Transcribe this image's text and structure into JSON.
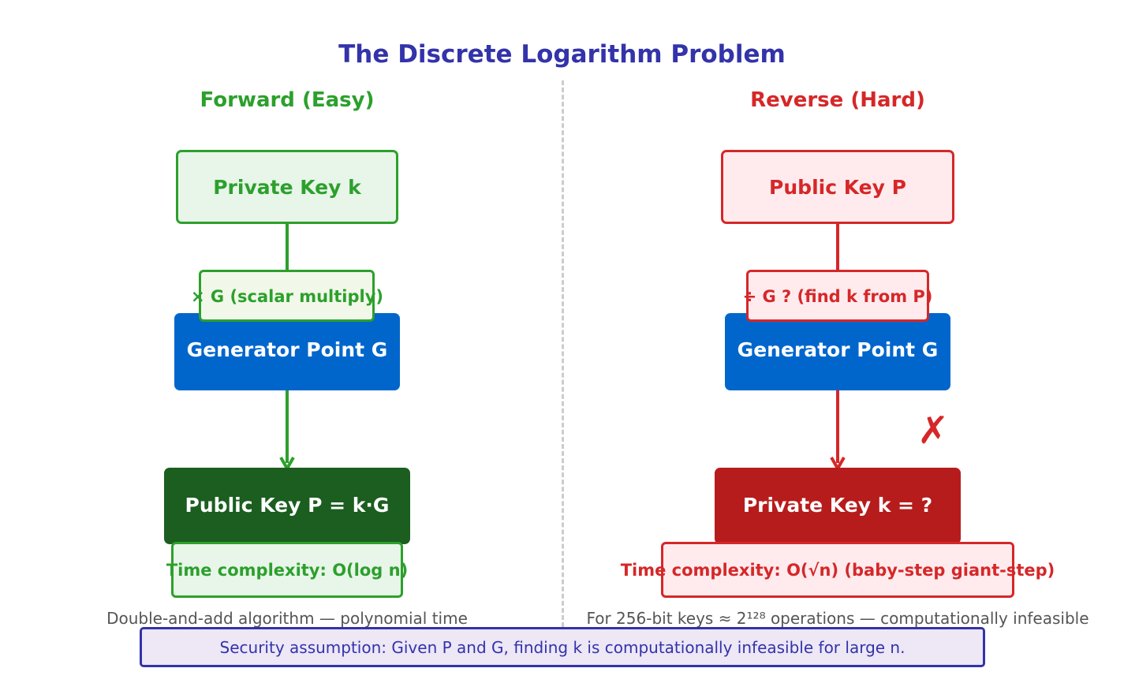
{
  "title": "The Discrete Logarithm Problem",
  "colors": {
    "title": "#3333aa",
    "forward": "#2ca02c",
    "forward_light_bg": "#e8f5e9",
    "forward_dark": "#1b5e20",
    "reverse": "#d62728",
    "reverse_light_bg": "#ffebee",
    "reverse_dark": "#b71c1c",
    "generator": "#0066cc",
    "divider": "#cccccc",
    "note_text": "#555555",
    "footer_bg": "#ede7f6",
    "footer_border": "#3333aa"
  },
  "forward": {
    "heading": "Forward  (Easy)",
    "start_box": "Private Key  k",
    "operation_label": "× G  (scalar multiply)",
    "generator_box": "Generator Point  G",
    "result_box": "Public Key  P = k·G",
    "complexity": "Time complexity: O(log n)",
    "note": "Double-and-add algorithm — polynomial time"
  },
  "reverse": {
    "heading": "Reverse  (Hard)",
    "start_box": "Public Key  P",
    "operation_label": "÷ G ?  (find k from P)",
    "generator_box": "Generator Point  G",
    "result_box": "Private Key  k  = ?",
    "fail_mark": "✗",
    "complexity": "Time complexity: O(√n)  (baby-step giant-step)",
    "note": "For 256-bit keys ≈ 2¹²⁸ operations — computationally infeasible"
  },
  "footer": {
    "text": "Security assumption: Given P and G, finding k is computationally infeasible for large n."
  }
}
